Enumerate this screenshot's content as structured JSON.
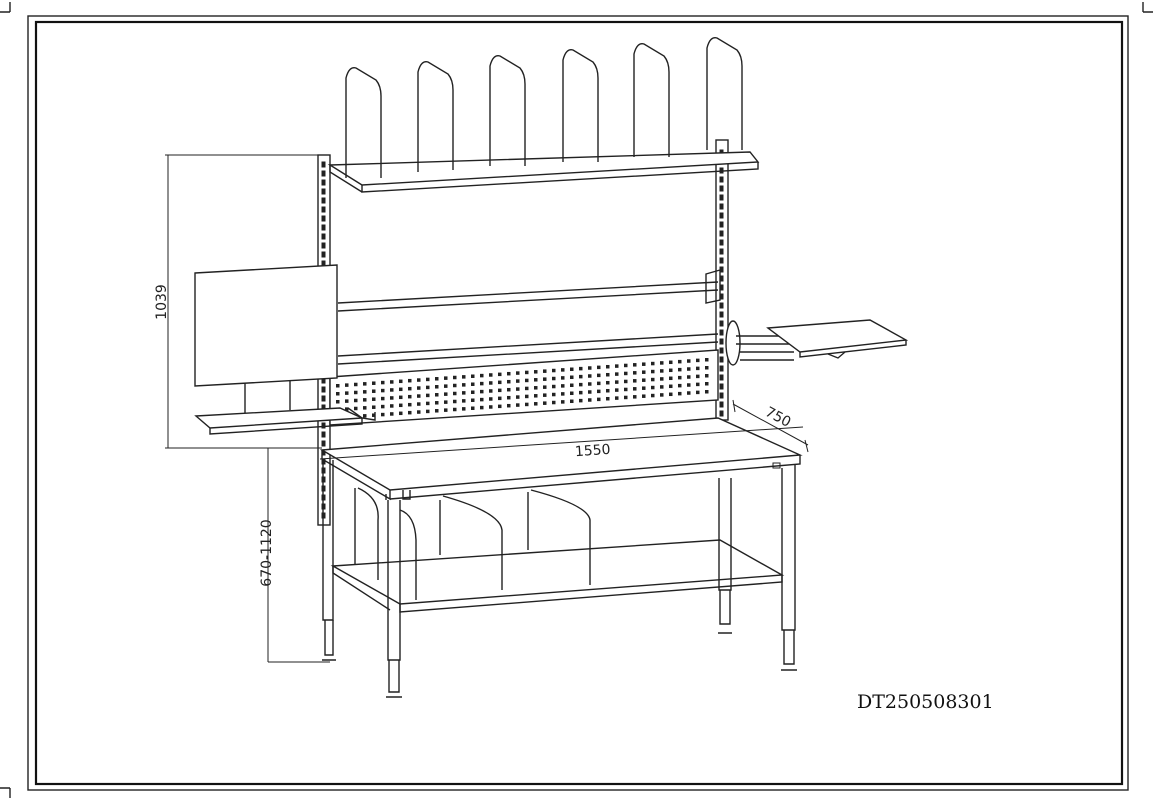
{
  "drawing": {
    "code": "DT250508301",
    "dimensions": {
      "height_upper": "1039",
      "height_table": "670-1120",
      "width": "1550",
      "depth": "750"
    }
  }
}
